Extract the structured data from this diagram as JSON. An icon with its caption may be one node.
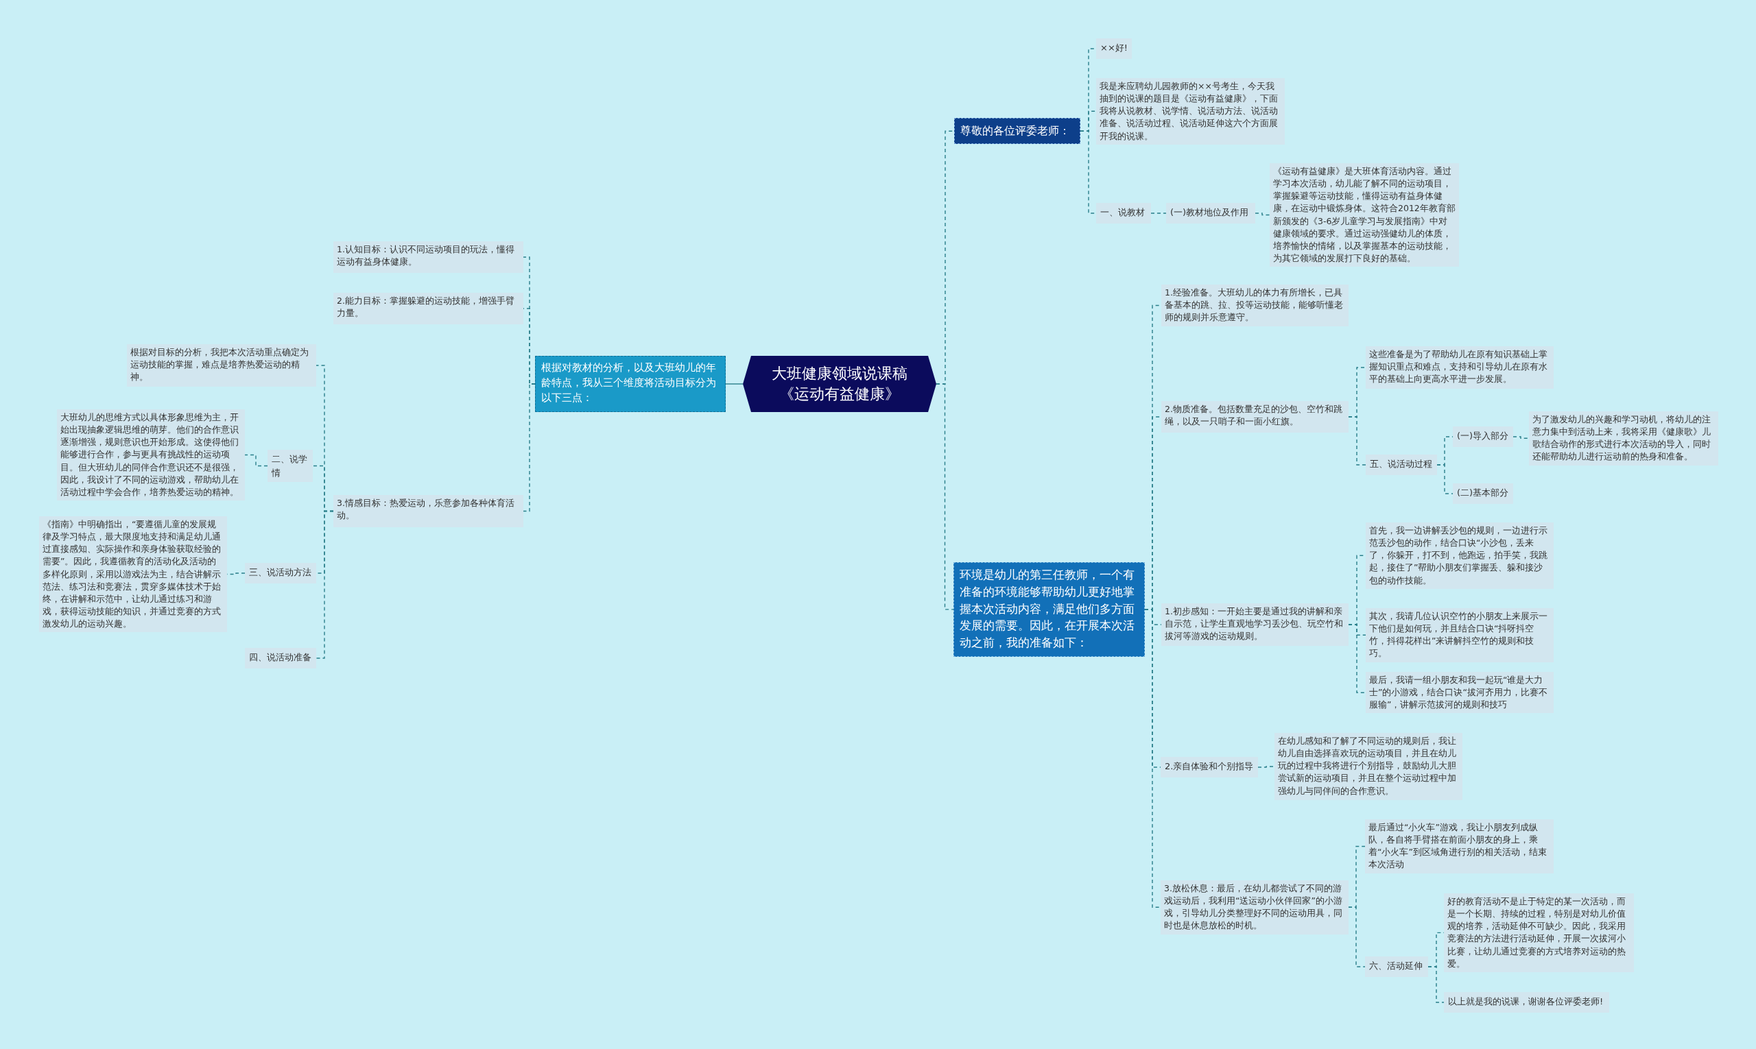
{
  "diagram": {
    "nodes": [
      {
        "text": [
          "大班健康领域说课稿《运动有益健康》"
        ]
      },
      {
        "text": [
          "根据对教材的分析，以及大班幼儿的年龄特点，我从三个维度将活动目标分为以下三点："
        ]
      },
      {
        "text": [
          "1.认知目标：认识不同运动项目的玩法，懂得运动有益身体健康。"
        ]
      },
      {
        "text": [
          "2.能力目标：掌握躲避的运动技能，增强手臂力量。"
        ]
      },
      {
        "text": [
          "3.情感目标：热爱运动，乐意参加各种体育活动。"
        ]
      },
      {
        "text": [
          "根据对目标的分析，我把本次活动重点确定为运动技能的掌握，难点是培养热爱运动的精神。"
        ]
      },
      {
        "text": [
          "二、说学情"
        ]
      },
      {
        "text": [
          "大班幼儿的思维方式以具体形象思维为主，开始出现抽象逻辑思维的萌芽。他们的合作意识逐渐增强，规则意识也开始形成。这使得他们能够进行合作，参与更具有挑战性的运动项目。但大班幼儿的同伴合作意识还不是很强，因此，我设计了不同的运动游戏，帮助幼儿在活动过程中学会合作，培养热爱运动的精神。"
        ]
      },
      {
        "text": [
          "三、说活动方法"
        ]
      },
      {
        "text": [
          "《指南》中明确指出，“要遵循儿童的发展规律及学习特点，最大限度地支持和满足幼儿通过直接感知、实际操作和亲身体验获取经验的需要”。因此，我遵循教育的活动化及活动的多样化原则，采用以游戏法为主，结合讲解示范法、练习法和竞赛法，贯穿多媒体技术于始终，在讲解和示范中，让幼儿通过练习和游戏，获得运动技能的知识，并通过竞赛的方式激发幼儿的运动兴趣。"
        ]
      },
      {
        "text": [
          "四、说活动准备"
        ]
      },
      {
        "text": [
          "尊敬的各位评委老师："
        ]
      },
      {
        "text": [
          "××好!"
        ]
      },
      {
        "text": [
          "我是来应聘幼儿园教师的××号考生，今天我抽到的说课的题目是《运动有益健康》，下面我将从说教材、说学情、说活动方法、说活动准备、说活动过程、说活动延伸这六个方面展开我的说课。"
        ]
      },
      {
        "text": [
          "一、说教材"
        ]
      },
      {
        "text": [
          "(一)教材地位及作用"
        ]
      },
      {
        "text": [
          "《运动有益健康》是大班体育活动内容。通过学习本次活动，幼儿能了解不同的运动项目，掌握躲避等运动技能，懂得运动有益身体健康，在运动中锻炼身体。这符合2012年教育部新颁发的《3-6岁儿童学习与发展指南》中对健康领域的要求。通过运动强健幼儿的体质，培养愉快的情绪，以及掌握基本的运动技能，为其它领域的发展打下良好的基础。"
        ]
      },
      {
        "text": [
          "环境是幼儿的第三任教师，一个有准备的环境能够帮助幼儿更好地掌握本次活动内容，满足他们多方面发展的需要。因此，在开展本次活动之前，我的准备如下："
        ]
      },
      {
        "text": [
          "1.经验准备。大班幼儿的体力有所增长，已具备基本的跳、拉、投等运动技能，能够听懂老师的规则并乐意遵守。"
        ]
      },
      {
        "text": [
          "2.物质准备。包括数量充足的沙包、空竹和跳绳，以及一只哨子和一面小红旗。"
        ]
      },
      {
        "text": [
          "这些准备是为了帮助幼儿在原有知识基础上掌握知识重点和难点，支持和引导幼儿在原有水平的基础上向更高水平进一步发展。"
        ]
      },
      {
        "text": [
          "五、说活动过程"
        ]
      },
      {
        "text": [
          "(一)导入部分"
        ]
      },
      {
        "text": [
          "为了激发幼儿的兴趣和学习动机，将幼儿的注意力集中到活动上来，我将采用《健康歌》儿歌结合动作的形式进行本次活动的导入，同时还能帮助幼儿进行运动前的热身和准备。"
        ]
      },
      {
        "text": [
          "(二)基本部分"
        ]
      },
      {
        "text": [
          "1.初步感知：一开始主要是通过我的讲解和亲自示范，让学生直观地学习丢沙包、玩空竹和拔河等游戏的运动规则。"
        ]
      },
      {
        "text": [
          "首先，我一边讲解丢沙包的规则，一边进行示范丢沙包的动作，结合口诀“小沙包，丢来了，你躲开，打不到，他跑远，拍手笑，我跳起，接住了”帮助小朋友们掌握丢、躲和接沙包的动作技能。"
        ]
      },
      {
        "text": [
          "其次，我请几位认识空竹的小朋友上来展示一下他们是如何玩，并且结合口诀“抖呀抖空竹，抖得花样出”来讲解抖空竹的规则和技巧。"
        ]
      },
      {
        "text": [
          "最后，我请一组小朋友和我一起玩“谁是大力士”的小游戏，结合口诀“拔河齐用力，比赛不服输”，讲解示范拔河的规则和技巧"
        ]
      },
      {
        "text": [
          "2.亲自体验和个别指导"
        ]
      },
      {
        "text": [
          "在幼儿感知和了解了不同运动的规则后，我让幼儿自由选择喜欢玩的运动项目，并且在幼儿玩的过程中我将进行个别指导，鼓励幼儿大胆尝试新的运动项目，并且在整个运动过程中加强幼儿与同伴间的合作意识。"
        ]
      },
      {
        "text": [
          "3.放松休息：最后，在幼儿都尝试了不同的游戏运动后，我利用“送运动小伙伴回家”的小游戏，引导幼儿分类整理好不同的运动用具，同时也是休息放松的时机。"
        ]
      },
      {
        "text": [
          "最后通过“小火车”游戏，我让小朋友列成纵队，各自将手臂搭在前面小朋友的身上，乘着“小火车”到区域角进行别的相关活动，结束本次活动"
        ]
      },
      {
        "text": [
          "六、活动延伸"
        ]
      },
      {
        "text": [
          "好的教育活动不是止于特定的某一次活动，而是一个长期、持续的过程，特别是对幼儿价值观的培养，活动延伸不可缺少。因此，我采用竞赛法的方法进行活动延伸，开展一次拔河小比赛，让幼儿通过竞赛的方式培养对运动的热爱。"
        ]
      },
      {
        "text": [
          "以上就是我的说课，谢谢各位评委老师!"
        ]
      }
    ],
    "edges": [
      {
        "from": 0,
        "to": 1,
        "arrow": "none"
      },
      {
        "from": 1,
        "to": 2,
        "arrow": "none",
        "style": "dashed"
      },
      {
        "from": 1,
        "to": 3,
        "arrow": "none",
        "style": "dashed"
      },
      {
        "from": 1,
        "to": 4,
        "arrow": "none",
        "style": "dashed"
      },
      {
        "from": 4,
        "to": 5,
        "arrow": "none",
        "style": "dashed"
      },
      {
        "from": 4,
        "to": 6,
        "arrow": "none",
        "style": "dashed"
      },
      {
        "from": 6,
        "to": 7,
        "arrow": "none",
        "style": "dashed"
      },
      {
        "from": 4,
        "to": 8,
        "arrow": "none",
        "style": "dashed"
      },
      {
        "from": 8,
        "to": 9,
        "arrow": "none",
        "style": "dashed"
      },
      {
        "from": 4,
        "to": 10,
        "arrow": "none",
        "style": "dashed"
      },
      {
        "from": 0,
        "to": 11,
        "arrow": "none",
        "style": "dashed"
      },
      {
        "from": 11,
        "to": 12,
        "arrow": "none",
        "style": "dashed"
      },
      {
        "from": 11,
        "to": 13,
        "arrow": "none",
        "style": "dashed"
      },
      {
        "from": 11,
        "to": 14,
        "arrow": "none",
        "style": "dashed"
      },
      {
        "from": 14,
        "to": 15,
        "arrow": "none",
        "style": "dashed"
      },
      {
        "from": 15,
        "to": 16,
        "arrow": "none",
        "style": "dashed"
      },
      {
        "from": 0,
        "to": 17,
        "arrow": "none",
        "style": "dashed"
      },
      {
        "from": 17,
        "to": 18,
        "arrow": "none",
        "style": "dashed"
      },
      {
        "from": 17,
        "to": 19,
        "arrow": "none",
        "style": "dashed"
      },
      {
        "from": 19,
        "to": 20,
        "arrow": "none",
        "style": "dashed"
      },
      {
        "from": 19,
        "to": 21,
        "arrow": "none",
        "style": "dashed"
      },
      {
        "from": 21,
        "to": 22,
        "arrow": "none",
        "style": "dashed"
      },
      {
        "from": 22,
        "to": 23,
        "arrow": "none",
        "style": "dashed"
      },
      {
        "from": 21,
        "to": 24,
        "arrow": "none",
        "style": "dashed"
      },
      {
        "from": 17,
        "to": 25,
        "arrow": "none",
        "style": "dashed"
      },
      {
        "from": 25,
        "to": 26,
        "arrow": "none",
        "style": "dashed"
      },
      {
        "from": 25,
        "to": 27,
        "arrow": "none",
        "style": "dashed"
      },
      {
        "from": 25,
        "to": 28,
        "arrow": "none",
        "style": "dashed"
      },
      {
        "from": 17,
        "to": 29,
        "arrow": "none",
        "style": "dashed"
      },
      {
        "from": 29,
        "to": 30,
        "arrow": "none",
        "style": "dashed"
      },
      {
        "from": 17,
        "to": 31,
        "arrow": "none",
        "style": "dashed"
      },
      {
        "from": 31,
        "to": 32,
        "arrow": "none",
        "style": "dashed"
      },
      {
        "from": 31,
        "to": 33,
        "arrow": "none",
        "style": "dashed"
      },
      {
        "from": 33,
        "to": 34,
        "arrow": "none",
        "style": "dashed"
      },
      {
        "from": 33,
        "to": 35,
        "arrow": "none",
        "style": "dashed"
      }
    ]
  }
}
